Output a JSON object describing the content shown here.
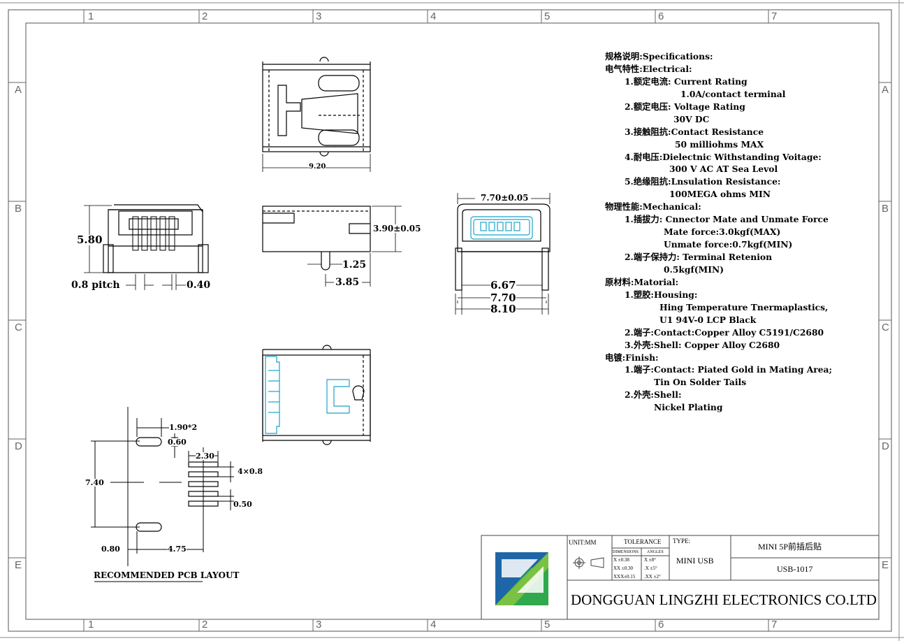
{
  "frame": {
    "columns": [
      "1",
      "2",
      "3",
      "4",
      "5",
      "6",
      "7"
    ],
    "rows": [
      "A",
      "B",
      "C",
      "D",
      "E"
    ]
  },
  "dimensions": {
    "top_width": "9.20",
    "side_height": "5.80",
    "pitch": "0.8 pitch",
    "pin_width": "0.40",
    "body_height": "3.90±0.05",
    "peg_dia": "1.25",
    "peg_offset": "3.85",
    "front_top": "7.70±0.05",
    "front_d1": "6.67",
    "front_d2": "7.70",
    "front_d3": "8.10",
    "pcb_slot": "1.90*2",
    "pcb_slot_h": "0.60",
    "pcb_pad_len": "2.30",
    "pcb_pitch": "4×0.8",
    "pcb_pad_w": "0.50",
    "pcb_height": "7.40",
    "pcb_x1": "0.80",
    "pcb_x2": "4.75"
  },
  "pcb_title": "RECOMMENDED PCB LAYOUT",
  "specs": [
    {
      "indent": 0,
      "text": "规格说明:Specifications:"
    },
    {
      "indent": 0,
      "text": "电气特性:Electrical:"
    },
    {
      "indent": 28,
      "text": "1.额定电流: Current Rating"
    },
    {
      "indent": 108,
      "text": "1.0A/contact terminal"
    },
    {
      "indent": 28,
      "text": "2.额定电压: Voltage Rating"
    },
    {
      "indent": 98,
      "text": "30V DC"
    },
    {
      "indent": 28,
      "text": "3.接触阻抗:Contact Resistance"
    },
    {
      "indent": 100,
      "text": "50 milliohms MAX"
    },
    {
      "indent": 28,
      "text": "4.耐电压:Dielectnic Withstanding Voitage:"
    },
    {
      "indent": 92,
      "text": "300 V AC AT Sea Levol"
    },
    {
      "indent": 28,
      "text": "5.绝缘阻抗:Lnsulation Resistance:"
    },
    {
      "indent": 92,
      "text": "100MEGA ohms MIN"
    },
    {
      "indent": 0,
      "text": "物理性能:Mechanical:"
    },
    {
      "indent": 28,
      "text": "1.插拔力: Cnnector Mate and Unmate Force"
    },
    {
      "indent": 84,
      "text": "Mate force:3.0kgf(MAX)"
    },
    {
      "indent": 84,
      "text": "Unmate force:0.7kgf(MIN)"
    },
    {
      "indent": 28,
      "text": "2.端子保持力: Terminal Retenion"
    },
    {
      "indent": 84,
      "text": "0.5kgf(MIN)"
    },
    {
      "indent": 0,
      "text": "原材料:Matorial:"
    },
    {
      "indent": 28,
      "text": "1.塑胶:Housing:"
    },
    {
      "indent": 78,
      "text": "Hing Temperature  Tnermaplastics,"
    },
    {
      "indent": 78,
      "text": "U1 94V-0  LCP Black"
    },
    {
      "indent": 28,
      "text": "2.端子:Contact:Copper Alloy C5191/C2680"
    },
    {
      "indent": 28,
      "text": "3.外壳:Shell: Copper Alloy C2680"
    },
    {
      "indent": 0,
      "text": "电镀:Finish:"
    },
    {
      "indent": 28,
      "text": "1.端子:Contact: Piated Gold in Mating Area;"
    },
    {
      "indent": 70,
      "text": "Tin On Solder Tails"
    },
    {
      "indent": 28,
      "text": "2.外壳:Shell:"
    },
    {
      "indent": 70,
      "text": "Nickel Plating"
    }
  ],
  "title_block": {
    "unit": "UNIT:MM",
    "tolerance": "TOLERANCE",
    "dimensions_hdr": "DIMENSIONS",
    "angles_hdr": "ANGLES",
    "tol_rows": [
      {
        "d": "X  ±0.38",
        "a": "X  ±8°"
      },
      {
        "d": "XX ±0.30",
        "a": ".X  ±5°"
      },
      {
        "d": "XXX±0.15",
        "a": ".XX ±2°"
      }
    ],
    "type_label": "TYPE:",
    "type_value": "MINI USB",
    "product_name": "MINI 5P前插后贴",
    "part_no": "USB-1017",
    "company": "DONGGUAN LINGZHI ELECTRONICS CO.LTD",
    "logo_colors": [
      "#1f66a8",
      "#2fa84e",
      "#7bc143"
    ]
  }
}
